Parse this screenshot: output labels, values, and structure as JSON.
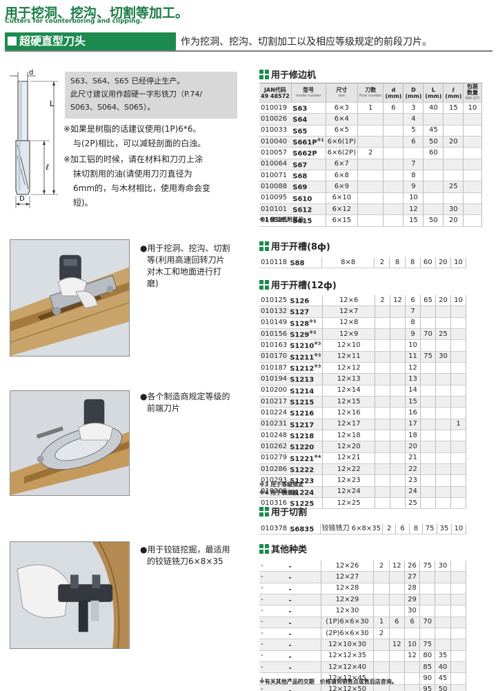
{
  "header": {
    "title": "用于挖洞、挖沟、切割等加工。",
    "subtitle": "Cutters for counterboring and clipping.",
    "section_heading": "超硬直型刀头",
    "section_desc": "作为挖洞、挖沟、切割加工以及相应等级规定的前段刀片。"
  },
  "drawing": {
    "label_d": "d",
    "label_L": "L",
    "label_l": "ℓ",
    "label_D": "D"
  },
  "notes": {
    "box_lines": [
      "S63、S64、S65 已经停止生产。",
      "此尺寸建议用作超硬一字形铣刀（P.74/",
      "S063、S064、S065）。"
    ],
    "resin_lines": [
      "※如果是树脂的话建议使用(1P)6*6。",
      "与(2P)相比，可以减轻剖面的白浊。"
    ],
    "aluminum_lines": [
      "※加工铝的时候，请在材料和刀刃上涂",
      "抹切割用的油(请使用刀刃直径为",
      "6mm的，与木材相比，使用寿命会变",
      "短)。"
    ]
  },
  "captions": {
    "c1": [
      "●用于挖洞、挖沟、切割",
      "等(利用高速回转刀片",
      "对木工和地面进行打",
      "磨)"
    ],
    "c2": [
      "●各个制造商规定等级的",
      "前端刀片"
    ],
    "c3": [
      "●用于铰链挖掘，最适用",
      "的铰链铣刀6×8×35"
    ]
  },
  "table_headers": {
    "jan": "JAN代码",
    "jan_sub": "49 48572",
    "model": "型号",
    "model_sub": "model number",
    "size": "尺寸",
    "size_sub": "size",
    "flute": "刀数",
    "flute_sub": "flute number",
    "d": "d",
    "D": "D",
    "L": "L",
    "l": "ℓ",
    "mm": "(mm)",
    "pack": "包装",
    "pack2": "数量",
    "pack_sub": "MIN QTY"
  },
  "tables": {
    "t1": {
      "title": "用于修边机",
      "rows": [
        [
          "010019",
          "S63",
          "",
          "6×3",
          "1",
          "6",
          "3",
          "40",
          "15",
          "10"
        ],
        [
          "010026",
          "S64",
          "",
          "6×4",
          "",
          "",
          "4",
          "",
          "",
          ""
        ],
        [
          "010033",
          "S65",
          "",
          "6×5",
          "",
          "",
          "5",
          "45",
          "",
          ""
        ],
        [
          "010040",
          "S661P",
          "※1",
          "6×6(1P)",
          "",
          "",
          "6",
          "50",
          "20",
          ""
        ],
        [
          "010057",
          "S662P",
          "",
          "6×6(2P)",
          "2",
          "",
          "",
          "60",
          "",
          ""
        ],
        [
          "010064",
          "S67",
          "",
          "6×7",
          "",
          "",
          "7",
          "",
          "",
          ""
        ],
        [
          "010071",
          "S68",
          "",
          "6×8",
          "",
          "",
          "8",
          "",
          "",
          ""
        ],
        [
          "010088",
          "S69",
          "",
          "6×9",
          "",
          "",
          "9",
          "",
          "25",
          ""
        ],
        [
          "010095",
          "S610",
          "",
          "6×10",
          "",
          "",
          "10",
          "",
          "",
          ""
        ],
        [
          "010101",
          "S612",
          "",
          "6×12",
          "",
          "",
          "12",
          "",
          "30",
          ""
        ],
        [
          "010385",
          "S615",
          "",
          "6×15",
          "",
          "",
          "15",
          "50",
          "20",
          ""
        ]
      ],
      "footnote": "※1 修边机附属品"
    },
    "t2": {
      "title": "用于开槽(8ф)",
      "rows": [
        [
          "010118",
          "S88",
          "",
          "8×8",
          "2",
          "8",
          "8",
          "60",
          "20",
          "10"
        ]
      ]
    },
    "t3": {
      "title": "用于开槽(12ф)",
      "rows": [
        [
          "010125",
          "S126",
          "",
          "12×6",
          "2",
          "12",
          "6",
          "65",
          "20",
          "10"
        ],
        [
          "010132",
          "S127",
          "",
          "12×7",
          "",
          "",
          "7",
          "",
          "",
          ""
        ],
        [
          "010149",
          "S128",
          "※3",
          "12×8",
          "",
          "",
          "8",
          "",
          "",
          ""
        ],
        [
          "010156",
          "S129",
          "※3",
          "12×9",
          "",
          "",
          "9",
          "70",
          "25",
          ""
        ],
        [
          "010163",
          "S1210",
          "※3",
          "12×10",
          "",
          "",
          "10",
          "",
          "",
          ""
        ],
        [
          "010170",
          "S1211",
          "※3",
          "12×11",
          "",
          "",
          "11",
          "75",
          "30",
          ""
        ],
        [
          "010187",
          "S1212",
          "※3",
          "12×12",
          "",
          "",
          "12",
          "",
          "",
          ""
        ],
        [
          "010194",
          "S1213",
          "",
          "12×13",
          "",
          "",
          "13",
          "",
          "",
          ""
        ],
        [
          "010200",
          "S1214",
          "",
          "12×14",
          "",
          "",
          "14",
          "",
          "",
          ""
        ],
        [
          "010217",
          "S1215",
          "",
          "12×15",
          "",
          "",
          "15",
          "",
          "",
          ""
        ],
        [
          "010224",
          "S1216",
          "",
          "12×16",
          "",
          "",
          "16",
          "",
          "",
          ""
        ],
        [
          "010231",
          "S1217",
          "",
          "12×17",
          "",
          "",
          "17",
          "",
          "",
          "1"
        ],
        [
          "010248",
          "S1218",
          "",
          "12×18",
          "",
          "",
          "18",
          "",
          "",
          ""
        ],
        [
          "010262",
          "S1220",
          "",
          "12×20",
          "",
          "",
          "20",
          "",
          "",
          ""
        ],
        [
          "010279",
          "S1221",
          "※4",
          "12×21",
          "",
          "",
          "21",
          "",
          "",
          ""
        ],
        [
          "010286",
          "S1222",
          "",
          "12×22",
          "",
          "",
          "22",
          "",
          "",
          ""
        ],
        [
          "010293",
          "S1223",
          "",
          "12×23",
          "",
          "",
          "23",
          "",
          "",
          ""
        ],
        [
          "010309",
          "S1224",
          "",
          "12×24",
          "",
          "",
          "24",
          "",
          "",
          ""
        ],
        [
          "010316",
          "S1225",
          "",
          "12×25",
          "",
          "",
          "25",
          "",
          "",
          ""
        ]
      ],
      "footnote1": "※3 用于等级规定",
      "footnote2": "※4 用于横条板"
    },
    "t4": {
      "title": "用于切割",
      "rows": [
        [
          "010378",
          "S6835",
          "",
          "铰链铣刀 6×8×35",
          "2",
          "6",
          "8",
          "75",
          "35",
          "10"
        ]
      ]
    },
    "t5": {
      "title": "其他种类",
      "rows": [
        [
          "-",
          "-",
          "",
          "12×26",
          "2",
          "12",
          "26",
          "75",
          "30",
          ""
        ],
        [
          "-",
          "-",
          "",
          "12×27",
          "",
          "",
          "27",
          "",
          "",
          ""
        ],
        [
          "-",
          "-",
          "",
          "12×28",
          "",
          "",
          "28",
          "",
          "",
          ""
        ],
        [
          "-",
          "-",
          "",
          "12×29",
          "",
          "",
          "29",
          "",
          "",
          ""
        ],
        [
          "-",
          "-",
          "",
          "12×30",
          "",
          "",
          "30",
          "",
          "",
          ""
        ],
        [
          "-",
          "-",
          "",
          "(1P)6×6×30",
          "1",
          "6",
          "6",
          "70",
          "",
          ""
        ],
        [
          "-",
          "-",
          "",
          "(2P)6×6×30",
          "2",
          "",
          "",
          "",
          "",
          ""
        ],
        [
          "-",
          "-",
          "",
          "12×10×30",
          "",
          "12",
          "10",
          "75",
          "",
          ""
        ],
        [
          "-",
          "-",
          "",
          "12×12×35",
          "",
          "",
          "12",
          "80",
          "35",
          ""
        ],
        [
          "-",
          "-",
          "",
          "12×12×40",
          "",
          "",
          "",
          "85",
          "40",
          ""
        ],
        [
          "-",
          "-",
          "",
          "12×12×45",
          "",
          "",
          "",
          "90",
          "45",
          ""
        ],
        [
          "-",
          "-",
          "",
          "12×12×50",
          "",
          "",
          "",
          "95",
          "50",
          ""
        ]
      ],
      "footnote": "※有关其他产品的交期　价格请到销售点或售后店咨询。"
    }
  },
  "colors": {
    "brand_green": "#1d8a4e"
  }
}
